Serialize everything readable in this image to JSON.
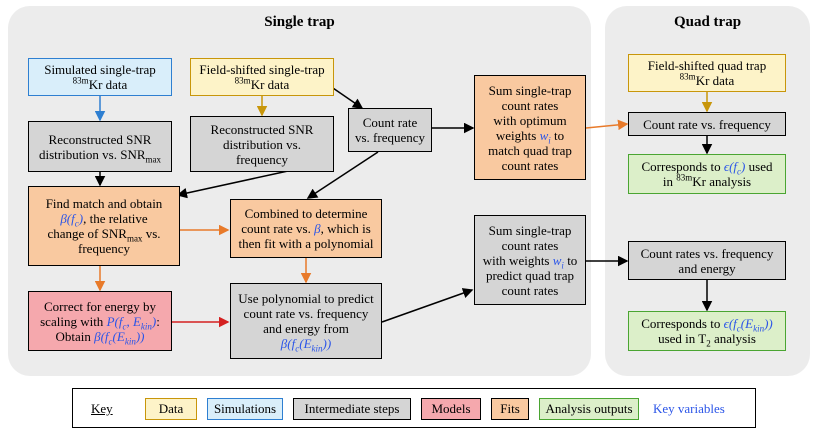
{
  "panels": {
    "single_title": "Single trap",
    "quad_title": "Quad trap"
  },
  "boxes": {
    "sim_kr_1": "Simulated single-trap",
    "sim_kr_2": "Kr data",
    "fs_single_1": "Field-shifted single-trap",
    "fs_single_2": "Kr data",
    "recon_snrmax_1": "Reconstructed SNR",
    "recon_snrmax_2": "distribution vs. SNR",
    "recon_snrmax_sub": "max",
    "recon_freq_1": "Reconstructed SNR",
    "recon_freq_2": "distribution vs.",
    "recon_freq_3": "frequency",
    "count_rate_1": "Count rate",
    "count_rate_2": "vs. frequency",
    "find_match_1": "Find match and obtain",
    "find_match_2": ", the relative",
    "find_match_3": "change of SNR",
    "find_match_sub": "max",
    "find_match_4": "vs.",
    "find_match_5": "frequency",
    "combined_1": "Combined to determine",
    "combined_2": "count rate vs.",
    "combined_3": ", which is",
    "combined_4": "then fit with a polynomial",
    "correct_1": "Correct for energy by",
    "correct_2": "scaling with",
    "correct_3": "Obtain",
    "use_poly_1": "Use polynomial to predict",
    "use_poly_2": "count rate vs. frequency",
    "use_poly_3": "and energy from",
    "sum_opt_1": "Sum single-trap",
    "sum_opt_2": "count rates",
    "sum_opt_3": "with optimum",
    "sum_opt_4": "weights",
    "sum_opt_5": "to",
    "sum_opt_6": "match quad trap",
    "sum_opt_7": "count rates",
    "sum_w_1": "Sum single-trap",
    "sum_w_2": "count rates",
    "sum_w_3": "with weights",
    "sum_w_4": "to",
    "sum_w_5": "predict quad trap",
    "sum_w_6": "count rates",
    "fs_quad_1": "Field-shifted quad trap",
    "fs_quad_2": "Kr data",
    "quad_cr": "Count rate vs. frequency",
    "corr_kr_1": "Corresponds to",
    "corr_kr_2": "used",
    "corr_kr_3": "in",
    "corr_kr_4": "Kr analysis",
    "quad_cre_1": "Count rates vs. frequency",
    "quad_cre_2": "and energy",
    "corr_t2_1": "Corresponds to",
    "corr_t2_2": "used in T",
    "corr_t2_sub": "2",
    "corr_t2_3": "analysis",
    "kr_sup": "83m"
  },
  "key_variables": {
    "beta_fc": "β(f",
    "fc_sub": "c",
    "beta": "β",
    "w_i": "w",
    "i_sub": "i",
    "P": "P(f",
    "E_kin": "E",
    "kin_sub": "kin",
    "epsilon": "ϵ(f"
  },
  "legend": {
    "key_label": "Key",
    "data": "Data",
    "simulations": "Simulations",
    "intermediate": "Intermediate steps",
    "models": "Models",
    "fits": "Fits",
    "analysis": "Analysis outputs",
    "key_variables": "Key variables"
  },
  "colors": {
    "data_fill": "#fdf3c8",
    "data_border": "#c8960a",
    "sim_fill": "#d9eefa",
    "sim_border": "#2e7fd1",
    "inter_fill": "#d5d5d5",
    "model_fill": "#f5a8ad",
    "model_arrow": "#d42020",
    "fit_fill": "#f9c9a0",
    "fit_arrow": "#e87a2a",
    "out_fill": "#dcefc9",
    "out_border": "#4aa532",
    "key_variable": "#2b55e8"
  }
}
